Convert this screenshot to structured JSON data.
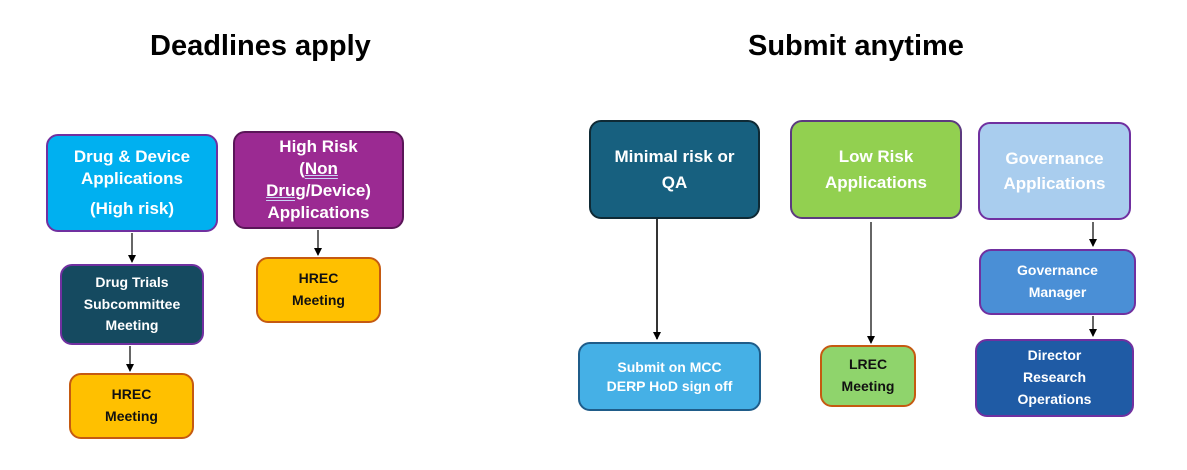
{
  "headings": {
    "left": "Deadlines apply",
    "right": "Submit anytime"
  },
  "boxes": {
    "drug_device": {
      "line1": "Drug & Device",
      "line2": "Applications",
      "line3": "(High risk)"
    },
    "high_risk": {
      "line1": "High Risk",
      "line2_open": "(",
      "line2_u": "Non",
      "line3_u": "Drug",
      "line3_rest": "/Device)",
      "line4": "Applications"
    },
    "drug_trials": {
      "line1": "Drug Trials",
      "line2": "Subcommittee",
      "line3": "Meeting"
    },
    "hrec_right": {
      "line1": "HREC",
      "line2": "Meeting"
    },
    "hrec_left": {
      "line1": "HREC",
      "line2": "Meeting"
    },
    "minimal": {
      "line1": "Minimal risk or",
      "line2": "QA"
    },
    "low_risk": {
      "line1": "Low Risk",
      "line2": "Applications"
    },
    "governance": {
      "line1": "Governance",
      "line2": "Applications"
    },
    "gov_manager": {
      "line1": "Governance",
      "line2": "Manager"
    },
    "submit_mcc": {
      "line1": "Submit on MCC",
      "line2": "DERP HoD sign off"
    },
    "lrec": {
      "line1": "LREC",
      "line2": "Meeting"
    },
    "director": {
      "line1": "Director",
      "line2": "Research",
      "line3": "Operations"
    }
  }
}
